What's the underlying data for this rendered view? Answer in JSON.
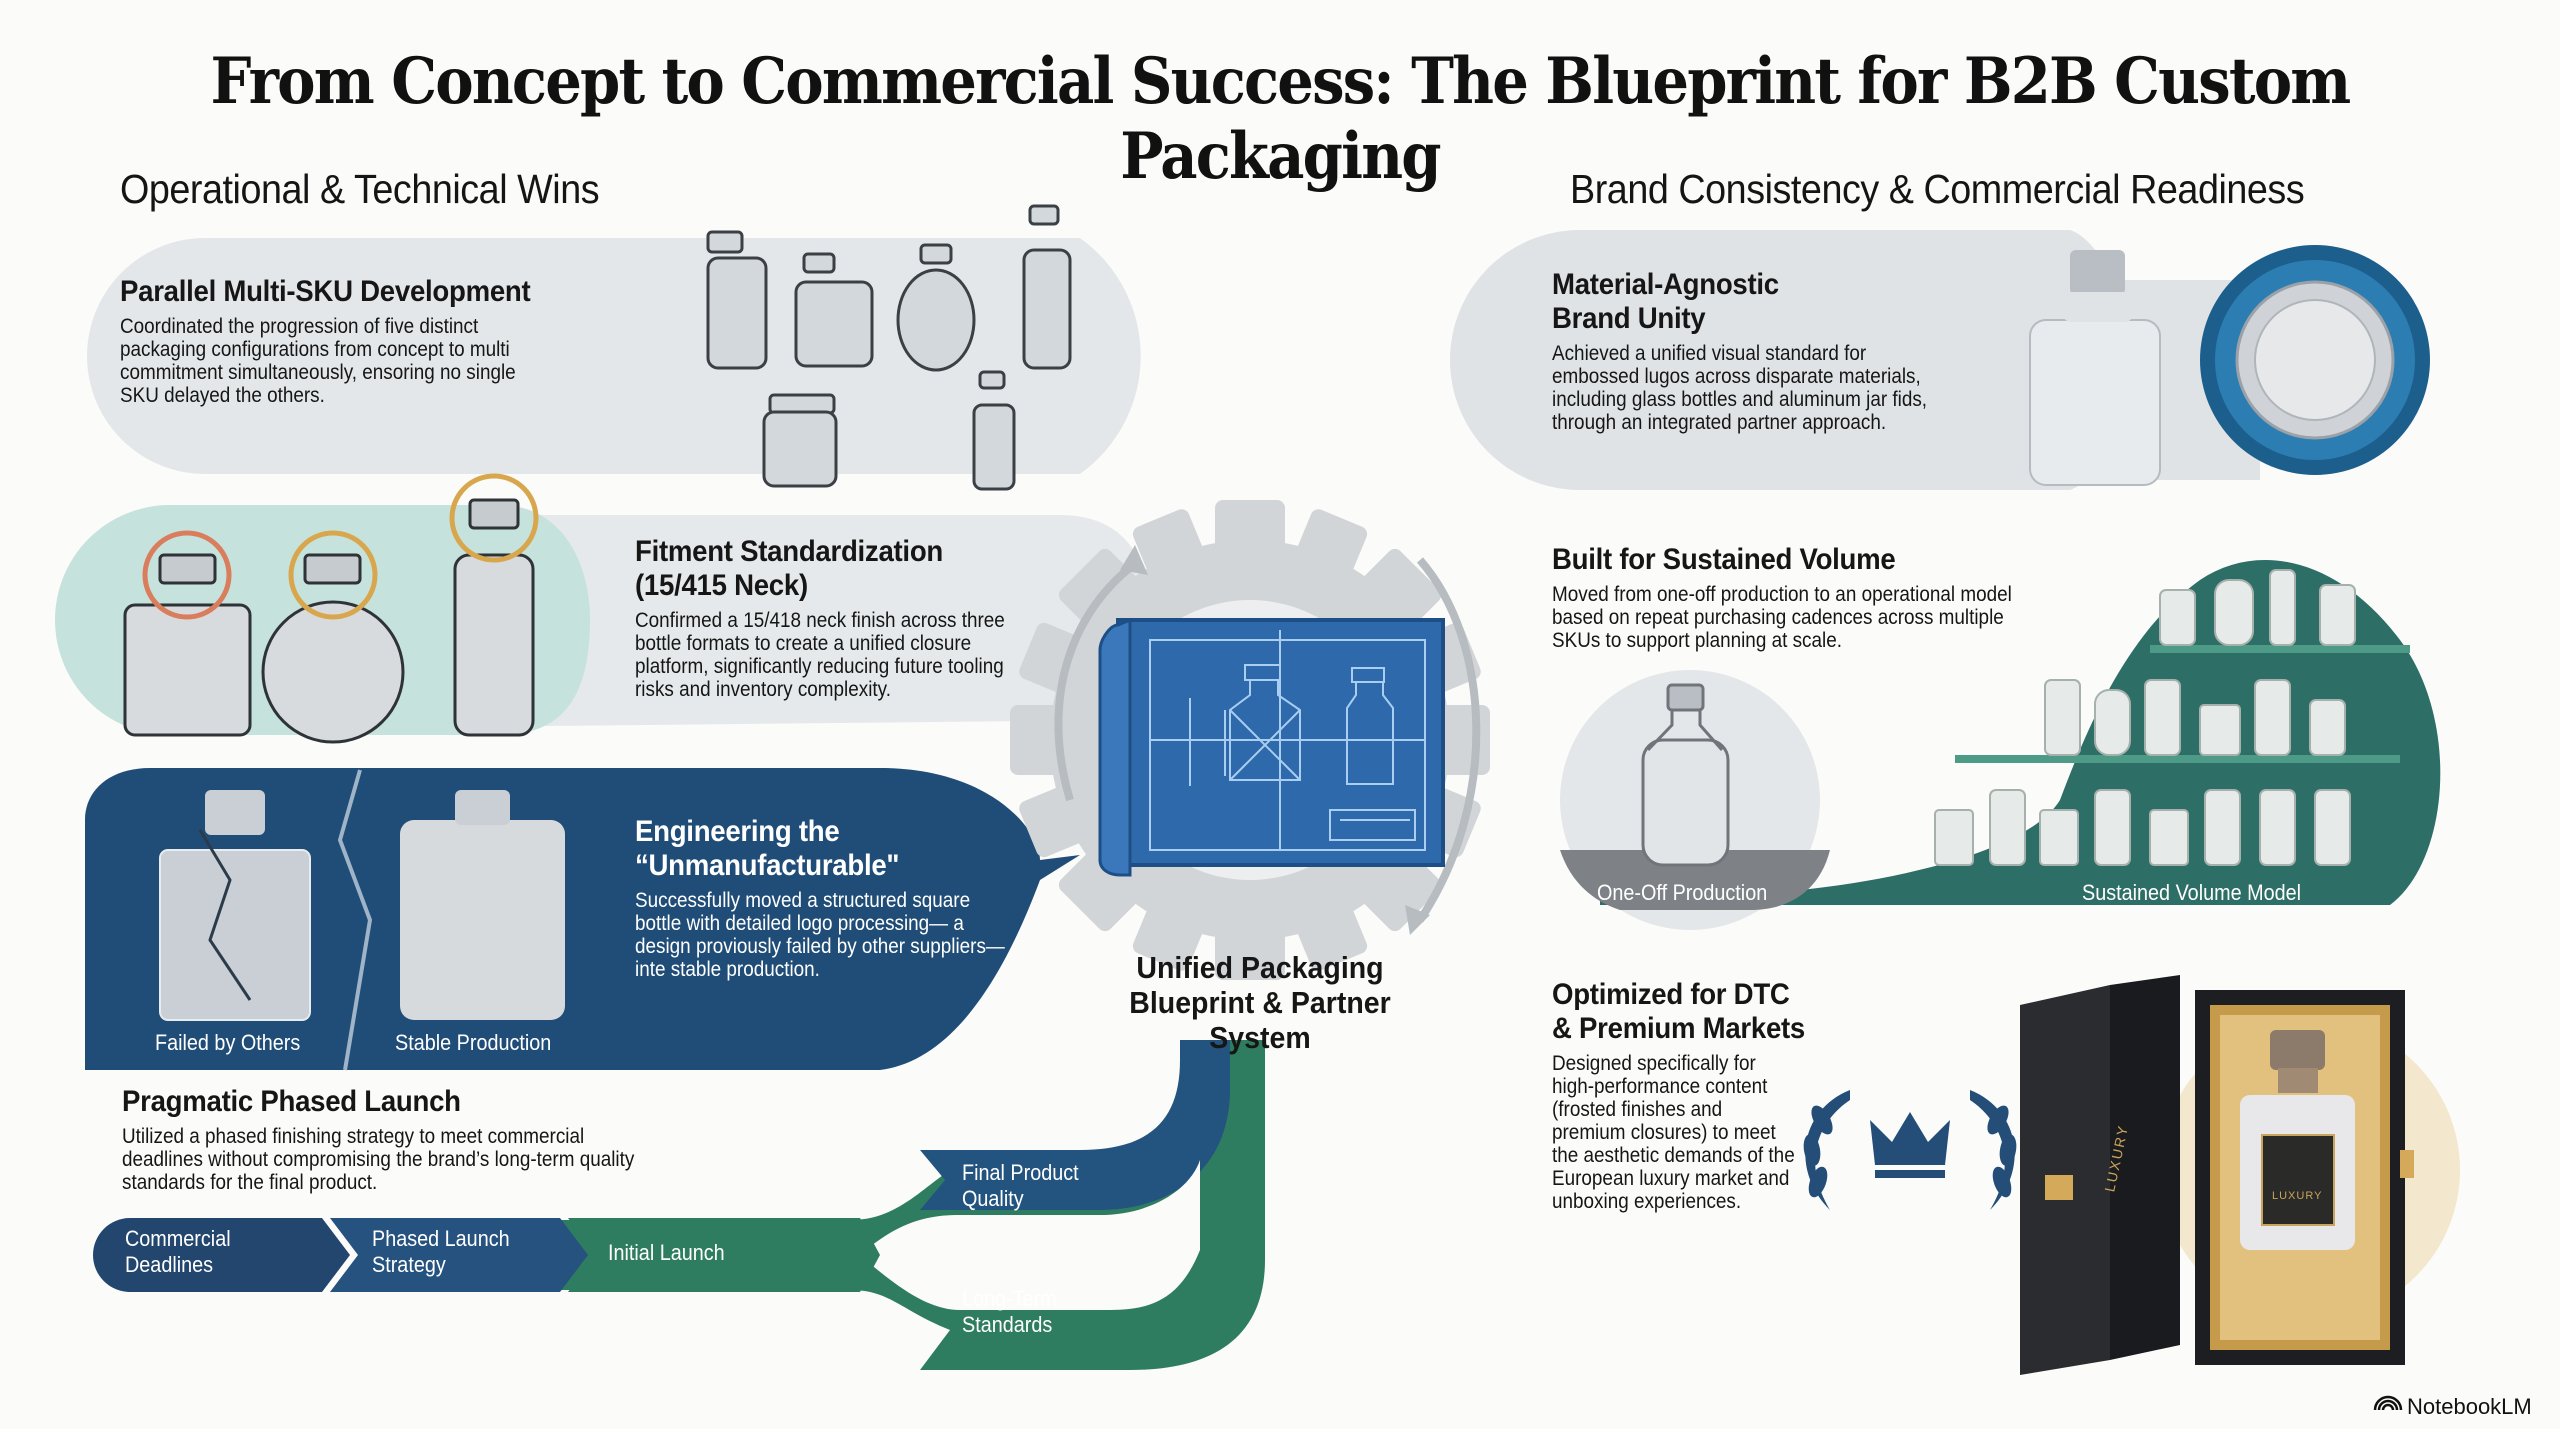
{
  "title": "From Concept to Commercial Success: The Blueprint for B2B Custom Packaging",
  "left_section": {
    "heading": "Operational & Technical Wins",
    "cards": [
      {
        "title": "Parallel Multi-SKU Development",
        "body": "Coordinated the progression of five distinct packaging configurations from concept to multi commitment simultaneously, ensoring no single SKU delayed the others."
      },
      {
        "title": "Fitment Standardization (15/415 Neck)",
        "body": "Confirmed a 15/418 neck finish across three bottle formats to create a unified closure platform, significantly reducing future tooling risks and inventory complexity."
      },
      {
        "title": "Engineering the “Unmanufacturable\"",
        "body": "Successfully moved a structured square bottle with detailed logo processing— a design proviously failed by other suppliers—inte stable production.",
        "labels": [
          "Failed by Others",
          "Stable Production"
        ]
      },
      {
        "title": "Pragmatic Phased Launch",
        "body": "Utilized a phased finishing strategy to meet commercial deadlines without compromising the brand’s long-term quality standards for the final product."
      }
    ],
    "flow": {
      "steps": [
        "Commercial Deadlines",
        "Phased Launch Strategy",
        "Initial Launch"
      ],
      "branches": [
        "Final Product Quality",
        "Long-Term Standards"
      ]
    }
  },
  "center": {
    "caption": "Unified Packaging Blueprint & Partner System"
  },
  "right_section": {
    "heading": "Brand Consistency & Commercial Readiness",
    "cards": [
      {
        "title": "Material-Agnostic Brand Unity",
        "body": "Achieved a unified visual standard for embossed lugos across disparate materials, including glass bottles and aluminum jar fids, through an integrated partner approach."
      },
      {
        "title": "Built for Sustained Volume",
        "body": "Moved from one-off production to an operational model based on repeat purchasing cadences across multiple SKUs to support planning at scale.",
        "labels": [
          "One-Off Production",
          "Sustained Volume Model"
        ]
      },
      {
        "title": "Optimized for DTC & Premium Markets",
        "body": "Designed specifically for high-performance content (frosted finishes and premium closures) to meet the aesthetic demands of the European luxury market and unboxing experiences.",
        "box_text": "LUXURY"
      }
    ]
  },
  "footer": {
    "brand": "NotebookLM"
  },
  "colors": {
    "navy": "#1f4b73",
    "green": "#2e7d5f",
    "pill_gray": "#e5e8ea",
    "mint": "#c4e0da",
    "gold": "#d6a74c",
    "coral": "#d98662"
  }
}
